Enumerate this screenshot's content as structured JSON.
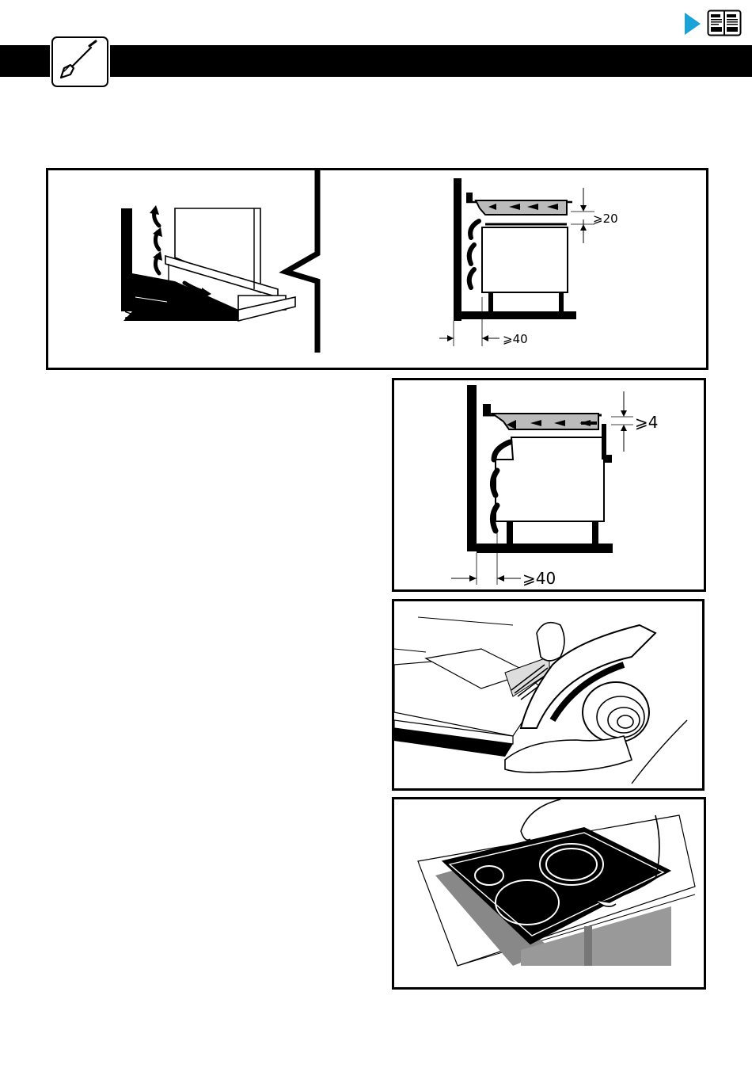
{
  "header": {
    "nav_icon": "play-triangle-icon",
    "doc_icon": "manual-pages-icon",
    "section_icon": "screwdriver-icon",
    "accent_color": "#1aa3d8"
  },
  "figures": {
    "ventilation": {
      "left_gap": "⩾40",
      "top_gap": "⩾20",
      "wall_gap": "⩾40"
    },
    "oven_hob": {
      "top_gap": "⩾4",
      "wall_gap": "⩾40"
    },
    "seal": {},
    "hob_insertion": {}
  }
}
